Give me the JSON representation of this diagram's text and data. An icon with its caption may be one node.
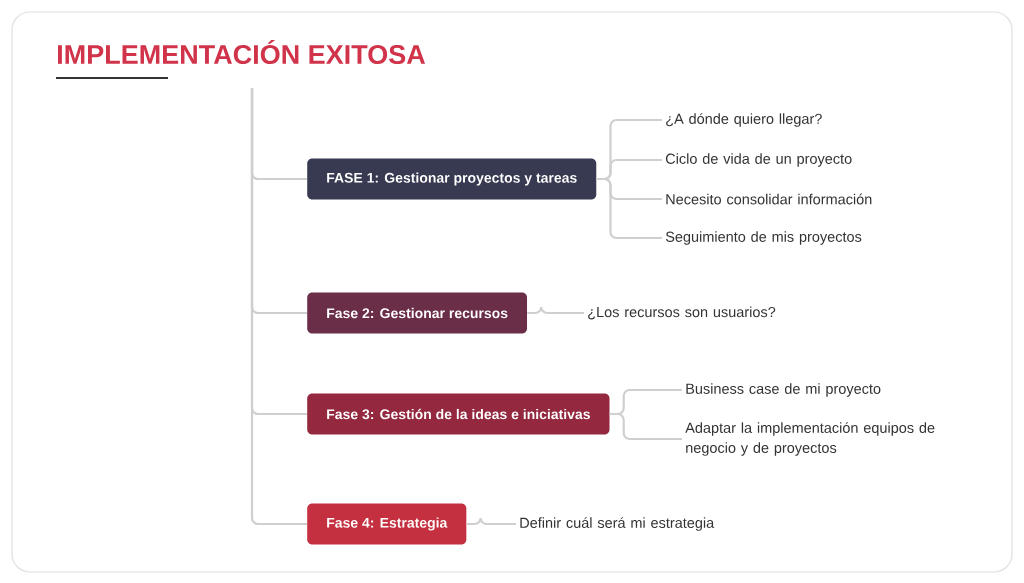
{
  "diagram": {
    "title": "IMPLEMENTACIÓN EXITOSA",
    "nodes": [
      {
        "text": [
          "FASE 1: Gestionar proyectos y tareas"
        ]
      },
      {
        "text": [
          "¿A dónde quiero llegar?"
        ]
      },
      {
        "text": [
          "Ciclo de vida de un proyecto"
        ]
      },
      {
        "text": [
          "Necesito consolidar información"
        ]
      },
      {
        "text": [
          "Seguimiento de mis proyectos"
        ]
      },
      {
        "text": [
          "Fase 2: Gestionar recursos"
        ]
      },
      {
        "text": [
          "¿Los recursos son usuarios?"
        ]
      },
      {
        "text": [
          "Fase 3: Gestión de la ideas e iniciativas"
        ]
      },
      {
        "text": [
          "Business case de mi proyecto"
        ]
      },
      {
        "text": [
          "Adaptar la implementación equipos de negocio y de proyectos"
        ]
      },
      {
        "text": [
          "Fase 4: Estrategia"
        ]
      },
      {
        "text": [
          "Definir cuál será mi estrategia"
        ]
      }
    ],
    "edges": [
      {
        "from": null,
        "to": 0,
        "arrow": "none"
      },
      {
        "from": 0,
        "to": 1,
        "arrow": "none"
      },
      {
        "from": 0,
        "to": 2,
        "arrow": "none"
      },
      {
        "from": 0,
        "to": 3,
        "arrow": "none"
      },
      {
        "from": 0,
        "to": 4,
        "arrow": "none"
      },
      {
        "from": null,
        "to": 5,
        "arrow": "none"
      },
      {
        "from": 5,
        "to": 6,
        "arrow": "none"
      },
      {
        "from": null,
        "to": 7,
        "arrow": "none"
      },
      {
        "from": 7,
        "to": 8,
        "arrow": "none"
      },
      {
        "from": 7,
        "to": 9,
        "arrow": "none"
      },
      {
        "from": null,
        "to": 10,
        "arrow": "none"
      },
      {
        "from": 10,
        "to": 11,
        "arrow": "none"
      }
    ]
  }
}
